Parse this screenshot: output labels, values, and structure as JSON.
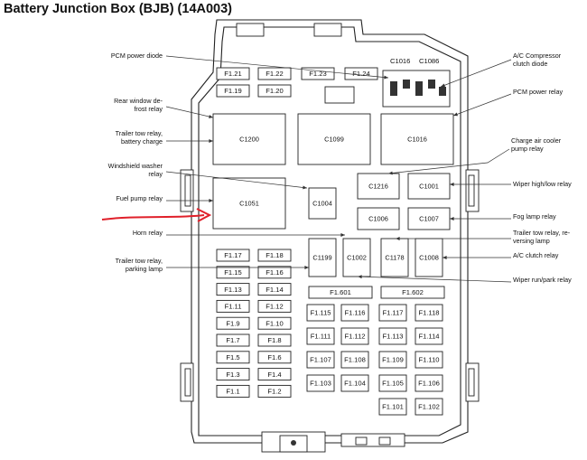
{
  "title": "Battery Junction Box (BJB) (14A003)",
  "left_labels": [
    {
      "key": "pcm_diode",
      "lines": [
        "PCM power diode"
      ]
    },
    {
      "key": "rear_window",
      "lines": [
        "Rear window de-",
        "frost relay"
      ]
    },
    {
      "key": "trailer_batt",
      "lines": [
        "Trailer tow relay,",
        "battery charge"
      ]
    },
    {
      "key": "washer",
      "lines": [
        "Windshield washer",
        "relay"
      ]
    },
    {
      "key": "fuel_pump",
      "lines": [
        "Fuel pump relay"
      ]
    },
    {
      "key": "horn",
      "lines": [
        "Horn relay"
      ]
    },
    {
      "key": "trailer_park",
      "lines": [
        "Trailer tow relay,",
        "parking lamp"
      ]
    }
  ],
  "right_labels": [
    {
      "key": "ac_diode",
      "lines": [
        "A/C Compressor",
        "clutch diode"
      ]
    },
    {
      "key": "pcm_relay",
      "lines": [
        "PCM power relay"
      ]
    },
    {
      "key": "charge_air",
      "lines": [
        "Charge air cooler",
        "pump relay"
      ]
    },
    {
      "key": "wiper_hl",
      "lines": [
        "Wiper high/low relay"
      ]
    },
    {
      "key": "fog",
      "lines": [
        "Fog lamp relay"
      ]
    },
    {
      "key": "trailer_rev",
      "lines": [
        "Trailer tow relay, re-",
        "versing lamp"
      ]
    },
    {
      "key": "ac_clutch",
      "lines": [
        "A/C clutch relay"
      ]
    },
    {
      "key": "wiper_rp",
      "lines": [
        "Wiper run/park relay"
      ]
    }
  ],
  "top_fuses": [
    "F1.21",
    "F1.22",
    "F1.23",
    "F1.24",
    "F1.19",
    "F1.20"
  ],
  "diodes": [
    "C1016",
    "C1086"
  ],
  "relays": {
    "c1200": "C1200",
    "c1099": "C1099",
    "c1016": "C1016",
    "c1216": "C1216",
    "c1001": "C1001",
    "c1051": "C1051",
    "c1004": "C1004",
    "c1006": "C1006",
    "c1007": "C1007",
    "c1199": "C1199",
    "c1002": "C1002",
    "c1178": "C1178",
    "c1008": "C1008"
  },
  "left_fuses": [
    "F1.17",
    "F1.18",
    "F1.15",
    "F1.16",
    "F1.13",
    "F1.14",
    "F1.11",
    "F1.12",
    "F1.9",
    "F1.10",
    "F1.7",
    "F1.8",
    "F1.5",
    "F1.6",
    "F1.3",
    "F1.4",
    "F1.1",
    "F1.2"
  ],
  "maxi_fuses": [
    "F1.601",
    "F1.602"
  ],
  "right_fuses": [
    "F1.115",
    "F1.116",
    "F1.117",
    "F1.118",
    "F1.111",
    "F1.112",
    "F1.113",
    "F1.114",
    "F1.107",
    "F1.108",
    "F1.109",
    "F1.110",
    "F1.103",
    "F1.104",
    "F1.105",
    "F1.106",
    "F1.101",
    "F1.102"
  ],
  "colors": {
    "annotation_arrow": "#e0202a",
    "line": "#222222"
  }
}
